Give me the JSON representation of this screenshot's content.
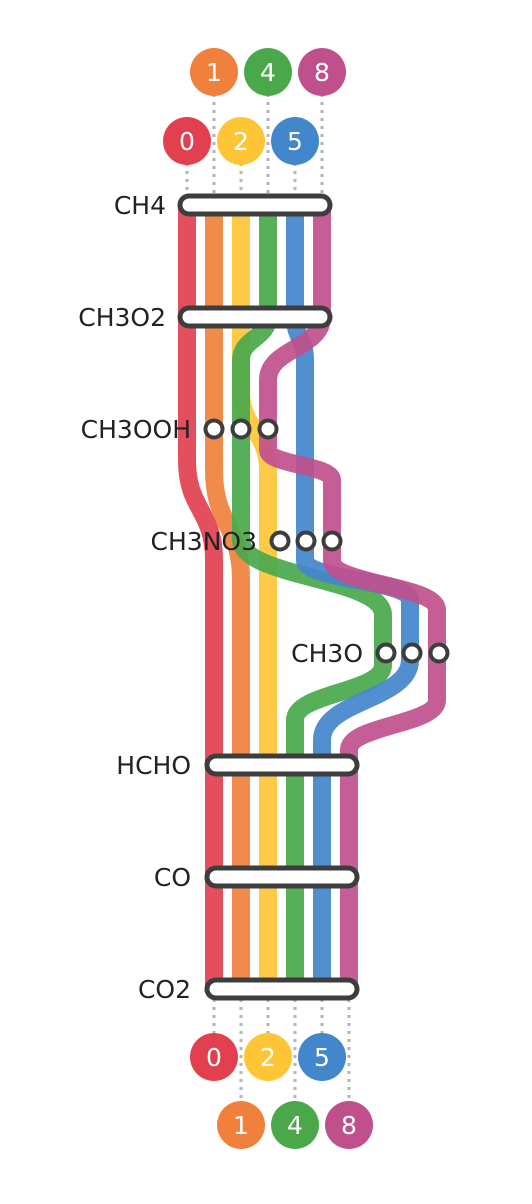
{
  "top_badges": [
    {
      "label": "1",
      "color": "#f0813d"
    },
    {
      "label": "4",
      "color": "#4aa84b"
    },
    {
      "label": "8",
      "color": "#c0508c"
    },
    {
      "label": "0",
      "color": "#e2404f"
    },
    {
      "label": "2",
      "color": "#fec637"
    },
    {
      "label": "5",
      "color": "#4286cc"
    }
  ],
  "bottom_badges": [
    {
      "label": "0",
      "color": "#e2404f"
    },
    {
      "label": "2",
      "color": "#fec637"
    },
    {
      "label": "5",
      "color": "#4286cc"
    },
    {
      "label": "1",
      "color": "#f0813d"
    },
    {
      "label": "4",
      "color": "#4aa84b"
    },
    {
      "label": "8",
      "color": "#c0508c"
    }
  ],
  "species": [
    {
      "label": "CH4",
      "kind": "bar"
    },
    {
      "label": "CH3O2",
      "kind": "bar"
    },
    {
      "label": "CH3OOH",
      "kind": "dots"
    },
    {
      "label": "CH3NO3",
      "kind": "dots"
    },
    {
      "label": "CH3O",
      "kind": "dots"
    },
    {
      "label": "HCHO",
      "kind": "bar"
    },
    {
      "label": "CO",
      "kind": "bar"
    },
    {
      "label": "CO2",
      "kind": "bar"
    }
  ],
  "pathways": [
    {
      "id": "0",
      "color": "#e2404f"
    },
    {
      "id": "1",
      "color": "#f0813d"
    },
    {
      "id": "2",
      "color": "#fec637"
    },
    {
      "id": "4",
      "color": "#4aa84b"
    },
    {
      "id": "5",
      "color": "#4286cc"
    },
    {
      "id": "8",
      "color": "#c0508c"
    }
  ]
}
